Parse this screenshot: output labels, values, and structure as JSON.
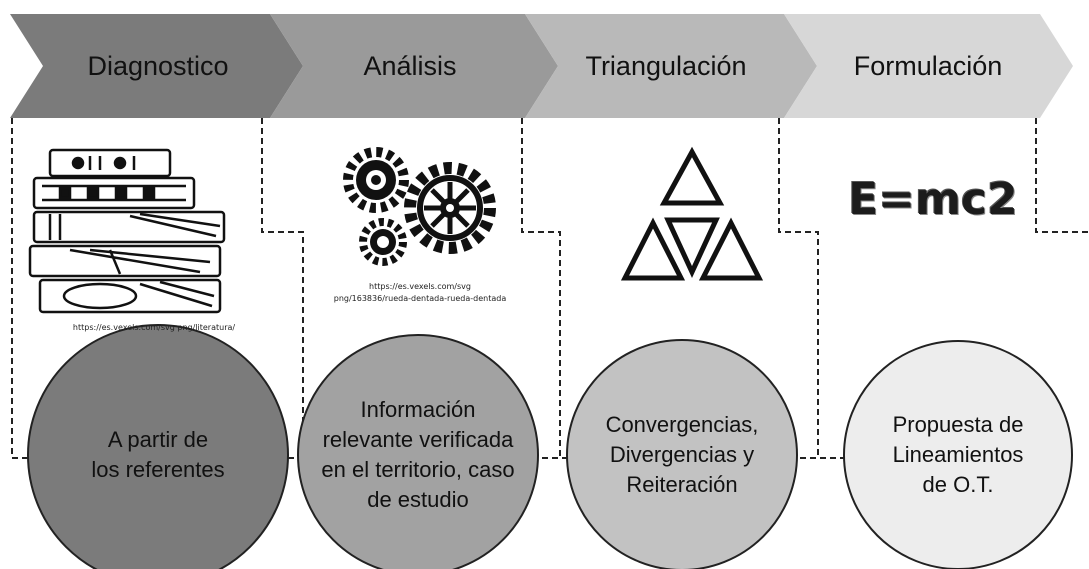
{
  "stages": [
    {
      "label": "Diagnostico",
      "color": "#7b7b7b"
    },
    {
      "label": "Análisis",
      "color": "#9a9a9a"
    },
    {
      "label": "Triangulación",
      "color": "#b9b9b9"
    },
    {
      "label": "Formulación",
      "color": "#d7d7d7"
    }
  ],
  "credits": {
    "books": "https://es.vexels.com/svg png/literatura/",
    "gears_line1": "https://es.vexels.com/svg",
    "gears_line2": "png/163836/rueda-dentada-rueda-dentada"
  },
  "formula": "E=mc2",
  "circles": [
    {
      "text": "A partir de\nlos referentes",
      "color": "#7b7b7b"
    },
    {
      "text": "Información\nrelevante verificada\nen el territorio, caso\nde estudio",
      "color": "#a2a2a2"
    },
    {
      "text": "Convergencias,\nDivergencias y\nReiteración",
      "color": "#c2c2c2"
    },
    {
      "text": "Propuesta de\nLineamientos\nde O.T.",
      "color": "#ededed"
    }
  ],
  "icons": {
    "books": "books-icon",
    "gears": "gears-icon",
    "triangles": "triangles-icon"
  }
}
